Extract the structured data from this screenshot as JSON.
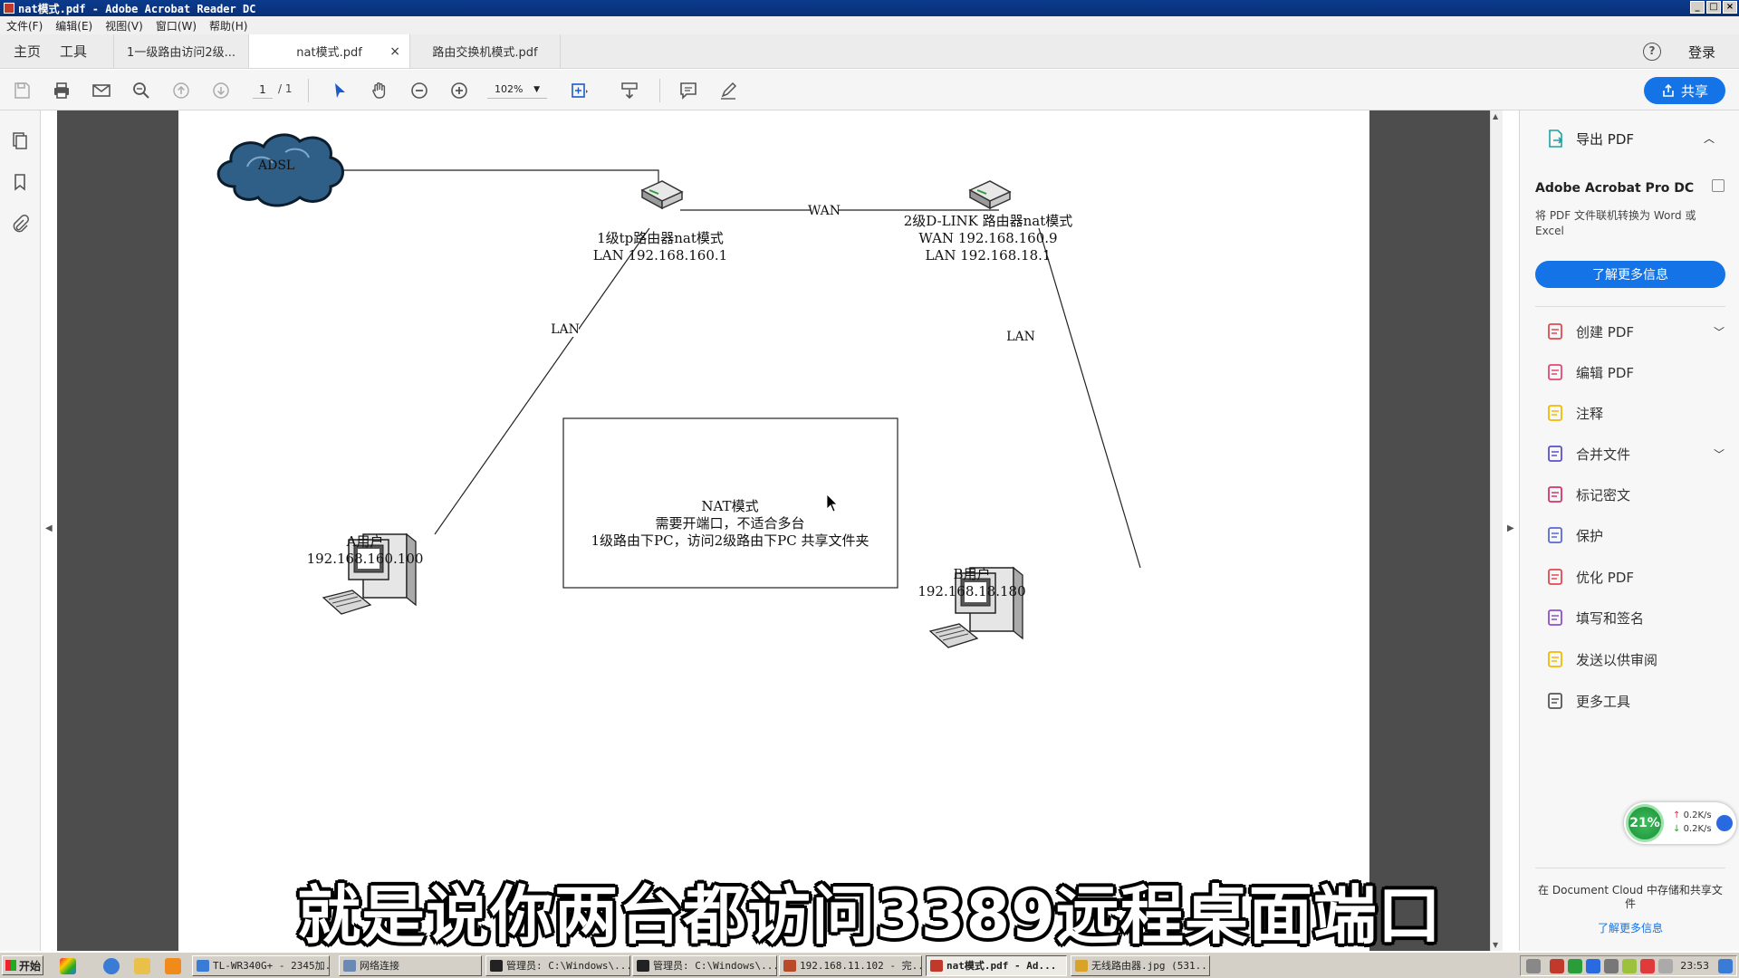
{
  "window": {
    "title": "nat模式.pdf - Adobe Acrobat Reader DC"
  },
  "menu": [
    "文件(F)",
    "编辑(E)",
    "视图(V)",
    "窗口(W)",
    "帮助(H)"
  ],
  "nav": {
    "home": "主页",
    "tools": "工具",
    "login": "登录",
    "help": "?"
  },
  "tabs": [
    {
      "label": "1一级路由访问2级..."
    },
    {
      "label": "nat模式.pdf",
      "close": "×"
    },
    {
      "label": "路由交换机模式.pdf"
    }
  ],
  "toolbar": {
    "page_current": "1",
    "page_total": "/ 1",
    "zoom": "102%",
    "share_label": "共享"
  },
  "diagram": {
    "adsl": "ADSL",
    "wan_label": "WAN",
    "lan_label_left": "LAN",
    "lan_label_right": "LAN",
    "router1": {
      "name": "1级tp路由器nat模式",
      "lan": "LAN 192.168.160.1"
    },
    "router2": {
      "name": "2级D-LINK 路由器nat模式",
      "wan": "WAN 192.168.160.9",
      "lan": "LAN 192.168.18.1"
    },
    "userA": {
      "name": "A用户",
      "ip": "192.168.160.100"
    },
    "userB": {
      "name": "B用户",
      "ip": "192.168.18.180"
    },
    "note": {
      "line1": "NAT模式",
      "line2": "需要开端口，不适合多台",
      "line3": "1级路由下PC，访问2级路由下PC 共享文件夹"
    }
  },
  "right_panel": {
    "export_pdf": "导出 PDF",
    "product": "Adobe Acrobat Pro DC",
    "product_desc": "将 PDF 文件联机转换为 Word 或 Excel",
    "learn_more": "了解更多信息",
    "tools": [
      {
        "label": "创建 PDF",
        "icon": "create-pdf-icon",
        "color": "#e34850"
      },
      {
        "label": "编辑 PDF",
        "icon": "edit-pdf-icon",
        "color": "#e34875"
      },
      {
        "label": "注释",
        "icon": "comment-icon",
        "color": "#f5b800"
      },
      {
        "label": "合并文件",
        "icon": "combine-files-icon",
        "color": "#5a4fcf"
      },
      {
        "label": "标记密文",
        "icon": "redact-icon",
        "color": "#d6336c"
      },
      {
        "label": "保护",
        "icon": "protect-icon",
        "color": "#5a6acf"
      },
      {
        "label": "优化 PDF",
        "icon": "optimize-pdf-icon",
        "color": "#e34850"
      },
      {
        "label": "填写和签名",
        "icon": "fill-sign-icon",
        "color": "#8c4fcf"
      },
      {
        "label": "发送以供审阅",
        "icon": "send-review-icon",
        "color": "#f5b800"
      },
      {
        "label": "更多工具",
        "icon": "more-tools-icon",
        "color": "#555555"
      }
    ],
    "cloud_text": "在 Document Cloud 中存储和共享文件",
    "cloud_link": "了解更多信息"
  },
  "net_widget": {
    "percent": "21%",
    "up": "0.2K/s",
    "down": "0.2K/s"
  },
  "subtitle": "就是说你两台都访问3389远程桌面端口",
  "taskbar": {
    "start": "开始",
    "tasks": [
      {
        "label": "TL-WR340G+ - 2345加...",
        "color": "#3a7bd5"
      },
      {
        "label": "网络连接",
        "color": "#6a8ab5"
      },
      {
        "label": "管理员: C:\\Windows\\...",
        "color": "#222222"
      },
      {
        "label": "管理员: C:\\Windows\\...",
        "color": "#222222"
      },
      {
        "label": "192.168.11.102 - 完...",
        "color": "#b84a2a"
      },
      {
        "label": "nat模式.pdf - Ad...",
        "color": "#c0392b"
      },
      {
        "label": "无线路由器.jpg (531...",
        "color": "#d8a32a"
      }
    ],
    "clock": "23:53"
  },
  "colors": {
    "accent": "#1473e6",
    "title_bar": "#0b3b8c",
    "doc_bg": "#4d4d4d"
  }
}
